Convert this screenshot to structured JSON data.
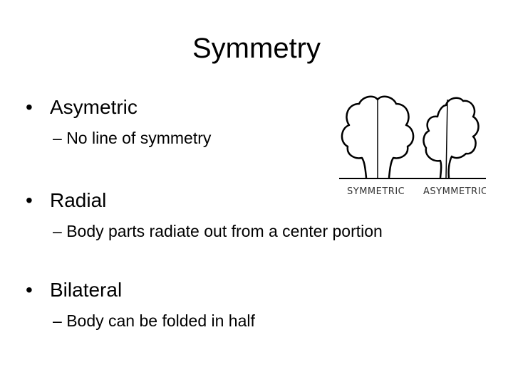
{
  "slide": {
    "title": "Symmetry",
    "bullets": [
      {
        "marker": "•",
        "text": "Asymetric",
        "sub": {
          "marker": "–",
          "text": "No line of symmetry"
        }
      },
      {
        "marker": "•",
        "text": "Radial",
        "sub": {
          "marker": "–",
          "text": "Body parts radiate out from a center portion"
        }
      },
      {
        "marker": "•",
        "text": "Bilateral",
        "sub": {
          "marker": "–",
          "text": "Body can be folded in half"
        }
      }
    ]
  },
  "figure": {
    "labels": {
      "left": "SYMMETRIC",
      "right": "ASYMMETRIC"
    },
    "icons": {
      "left": "symmetric-tree-icon",
      "right": "asymmetric-tree-icon"
    },
    "colors": {
      "stroke": "#000000",
      "ground": "#000000",
      "label": "#333333"
    }
  }
}
